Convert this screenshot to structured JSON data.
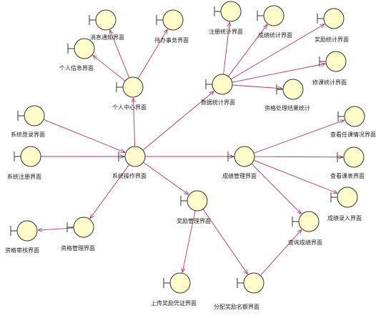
{
  "colors": {
    "edge": "#c0306a",
    "node_fill": "#fefdc9",
    "node_stroke": "#333333"
  },
  "nodes": {
    "msg": "消息通知界面",
    "todo": "待办事务界面",
    "personal_info": "个人信息界面",
    "personal_center": "个人中心界面",
    "reg_stats": "注册统计界面",
    "score_stats": "成绩统计界面",
    "award_stats": "奖励统计界面",
    "data_stats": "数据统计界面",
    "course_stats": "修课统计界面",
    "qual_stats": "资格处理结果统计",
    "login": "系统登录界面",
    "register": "系统注册界面",
    "main_op": "系统操作界面",
    "score_mgmt": "成绩管理界面",
    "course_status": "查看任课情况界面",
    "view_course": "查看课表界面",
    "score_entry": "成绩录入界面",
    "award_mgmt": "奖励管理界面",
    "score_query": "查询成绩界面",
    "qual_review": "资格审核界面",
    "qual_mgmt": "资格管理界面",
    "upload_proof": "上传奖励凭证界面",
    "alloc_quota": "分配奖励名额界面"
  }
}
